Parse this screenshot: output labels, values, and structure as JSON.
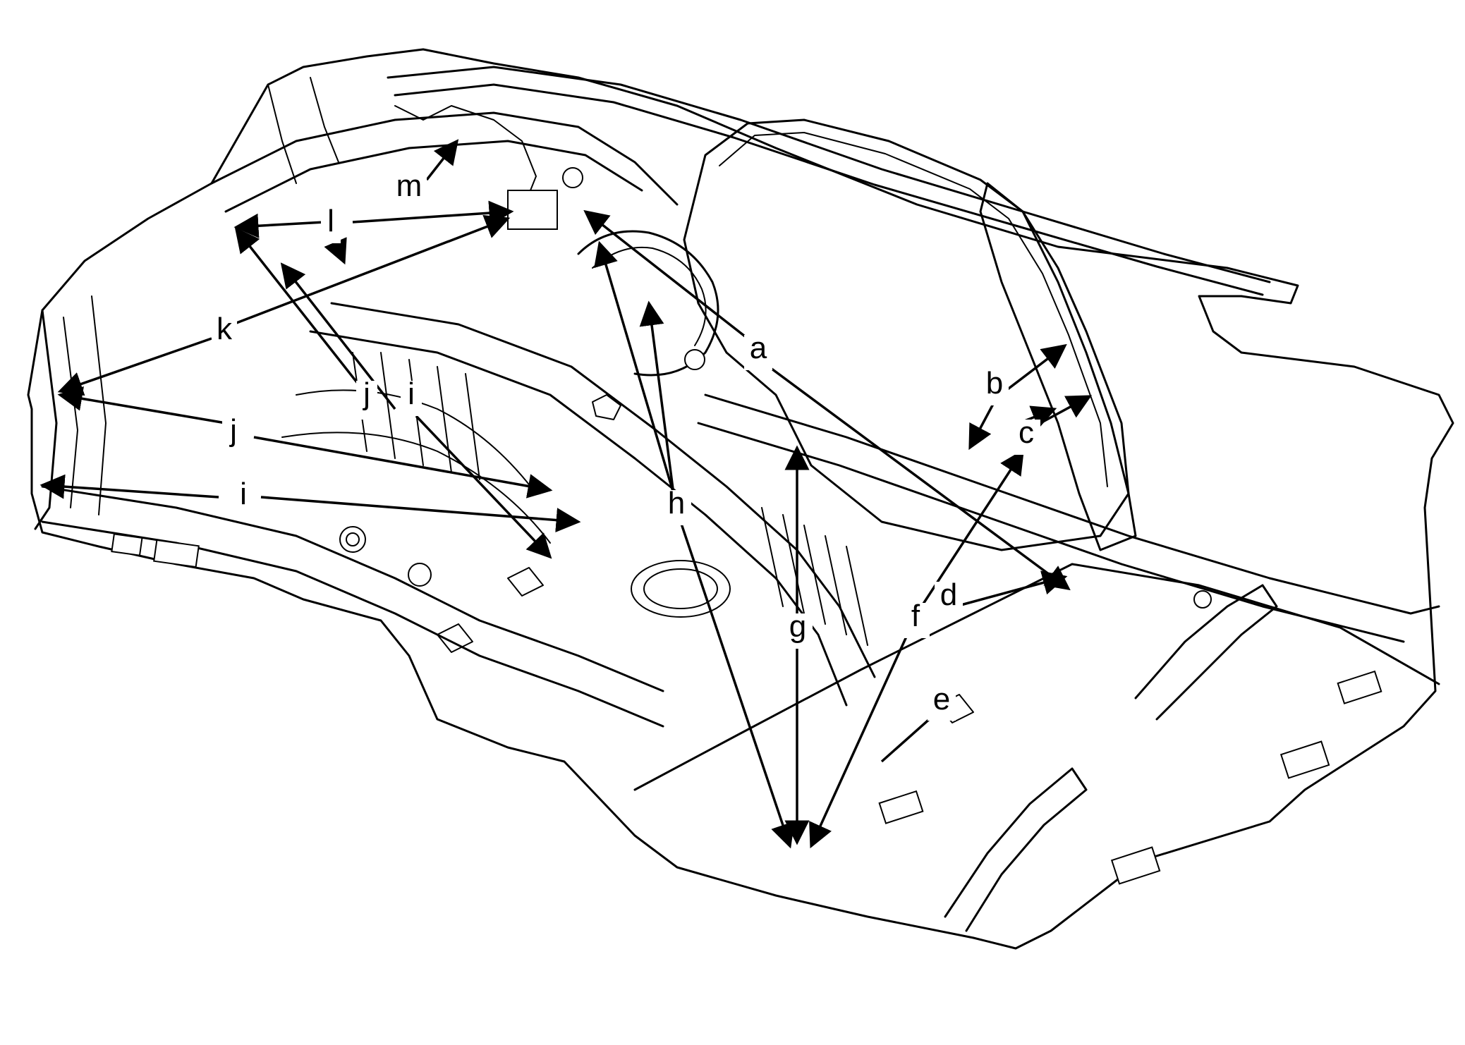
{
  "diagram": {
    "background": "#ffffff",
    "line_color": "#000000",
    "callouts": [
      {
        "id": "a",
        "text": "a"
      },
      {
        "id": "b",
        "text": "b"
      },
      {
        "id": "c",
        "text": "c"
      },
      {
        "id": "d",
        "text": "d"
      },
      {
        "id": "e",
        "text": "e"
      },
      {
        "id": "f",
        "text": "f"
      },
      {
        "id": "g",
        "text": "g"
      },
      {
        "id": "h",
        "text": "h"
      },
      {
        "id": "i1",
        "text": "i"
      },
      {
        "id": "i2",
        "text": "i"
      },
      {
        "id": "j1",
        "text": "j"
      },
      {
        "id": "j2",
        "text": "j"
      },
      {
        "id": "k",
        "text": "k"
      },
      {
        "id": "l",
        "text": "l"
      },
      {
        "id": "m",
        "text": "m"
      }
    ]
  }
}
